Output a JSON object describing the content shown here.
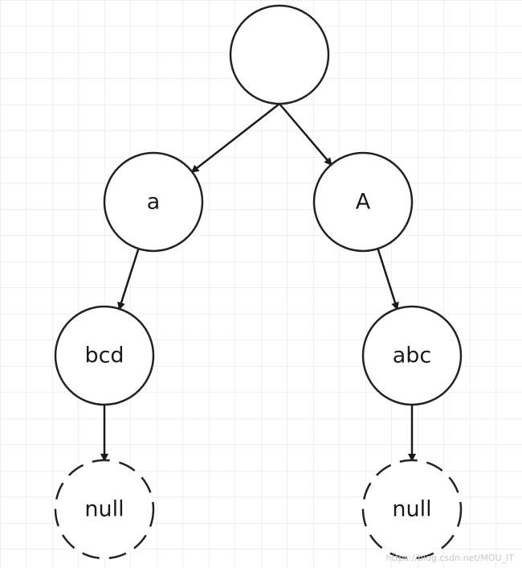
{
  "diagram": {
    "nodes": [
      {
        "id": "root",
        "label": "",
        "style": "solid"
      },
      {
        "id": "a",
        "label": "a",
        "style": "solid"
      },
      {
        "id": "A",
        "label": "A",
        "style": "solid"
      },
      {
        "id": "bcd",
        "label": "bcd",
        "style": "solid"
      },
      {
        "id": "abc",
        "label": "abc",
        "style": "solid"
      },
      {
        "id": "null-left",
        "label": "null",
        "style": "dashed"
      },
      {
        "id": "null-right",
        "label": "null",
        "style": "dashed"
      }
    ],
    "edges": [
      {
        "from": "root",
        "to": "a"
      },
      {
        "from": "root",
        "to": "A"
      },
      {
        "from": "a",
        "to": "bcd"
      },
      {
        "from": "A",
        "to": "abc"
      },
      {
        "from": "bcd",
        "to": "null-left"
      },
      {
        "from": "abc",
        "to": "null-right"
      }
    ]
  },
  "watermark": "https://blog.csdn.net/MOU_IT",
  "colors": {
    "grid": "#e2e2e2",
    "stroke": "#222222",
    "background": "#ffffff"
  }
}
